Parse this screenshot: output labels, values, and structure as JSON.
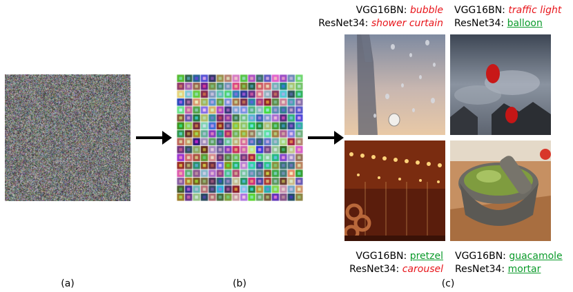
{
  "panels": {
    "a": {
      "label": "(a)"
    },
    "b": {
      "label": "(b)"
    },
    "c": {
      "label": "(c)"
    }
  },
  "images": [
    {
      "position": "top-left",
      "models": [
        {
          "model": "VGG16BN:",
          "prediction": "bubble",
          "correct": false
        },
        {
          "model": "ResNet34:",
          "prediction": "shower curtain",
          "correct": false
        }
      ]
    },
    {
      "position": "top-right",
      "models": [
        {
          "model": "VGG16BN:",
          "prediction": "traffic light",
          "correct": false
        },
        {
          "model": "ResNet34:",
          "prediction": "balloon",
          "correct": true
        }
      ]
    },
    {
      "position": "bottom-left",
      "models": [
        {
          "model": "VGG16BN:",
          "prediction": "pretzel",
          "correct": true
        },
        {
          "model": "ResNet34:",
          "prediction": "carousel",
          "correct": false
        }
      ]
    },
    {
      "position": "bottom-right",
      "models": [
        {
          "model": "VGG16BN:",
          "prediction": "guacamole",
          "correct": true
        },
        {
          "model": "ResNet34:",
          "prediction": "mortar",
          "correct": true
        }
      ]
    }
  ],
  "colors": {
    "correct": "#0a9a2a",
    "incorrect": "#e8141a"
  }
}
